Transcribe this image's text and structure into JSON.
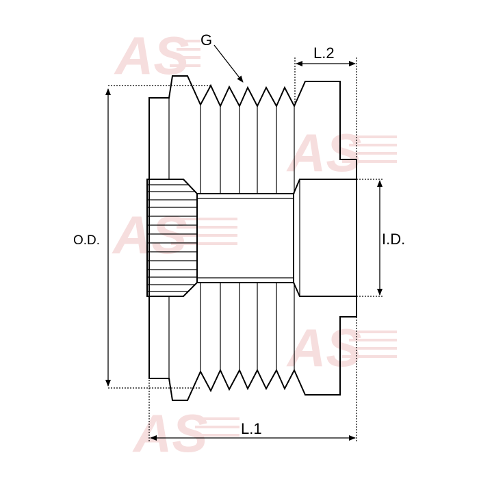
{
  "diagram": {
    "subject": "pulley",
    "labels": {
      "groove": "G",
      "outer_diameter": "O.D.",
      "inner_diameter": "I.D.",
      "length_total": "L.1",
      "length_hub": "L.2"
    },
    "watermark": "AS",
    "colors": {
      "line": "#000000",
      "watermark": "#f6dede"
    }
  }
}
